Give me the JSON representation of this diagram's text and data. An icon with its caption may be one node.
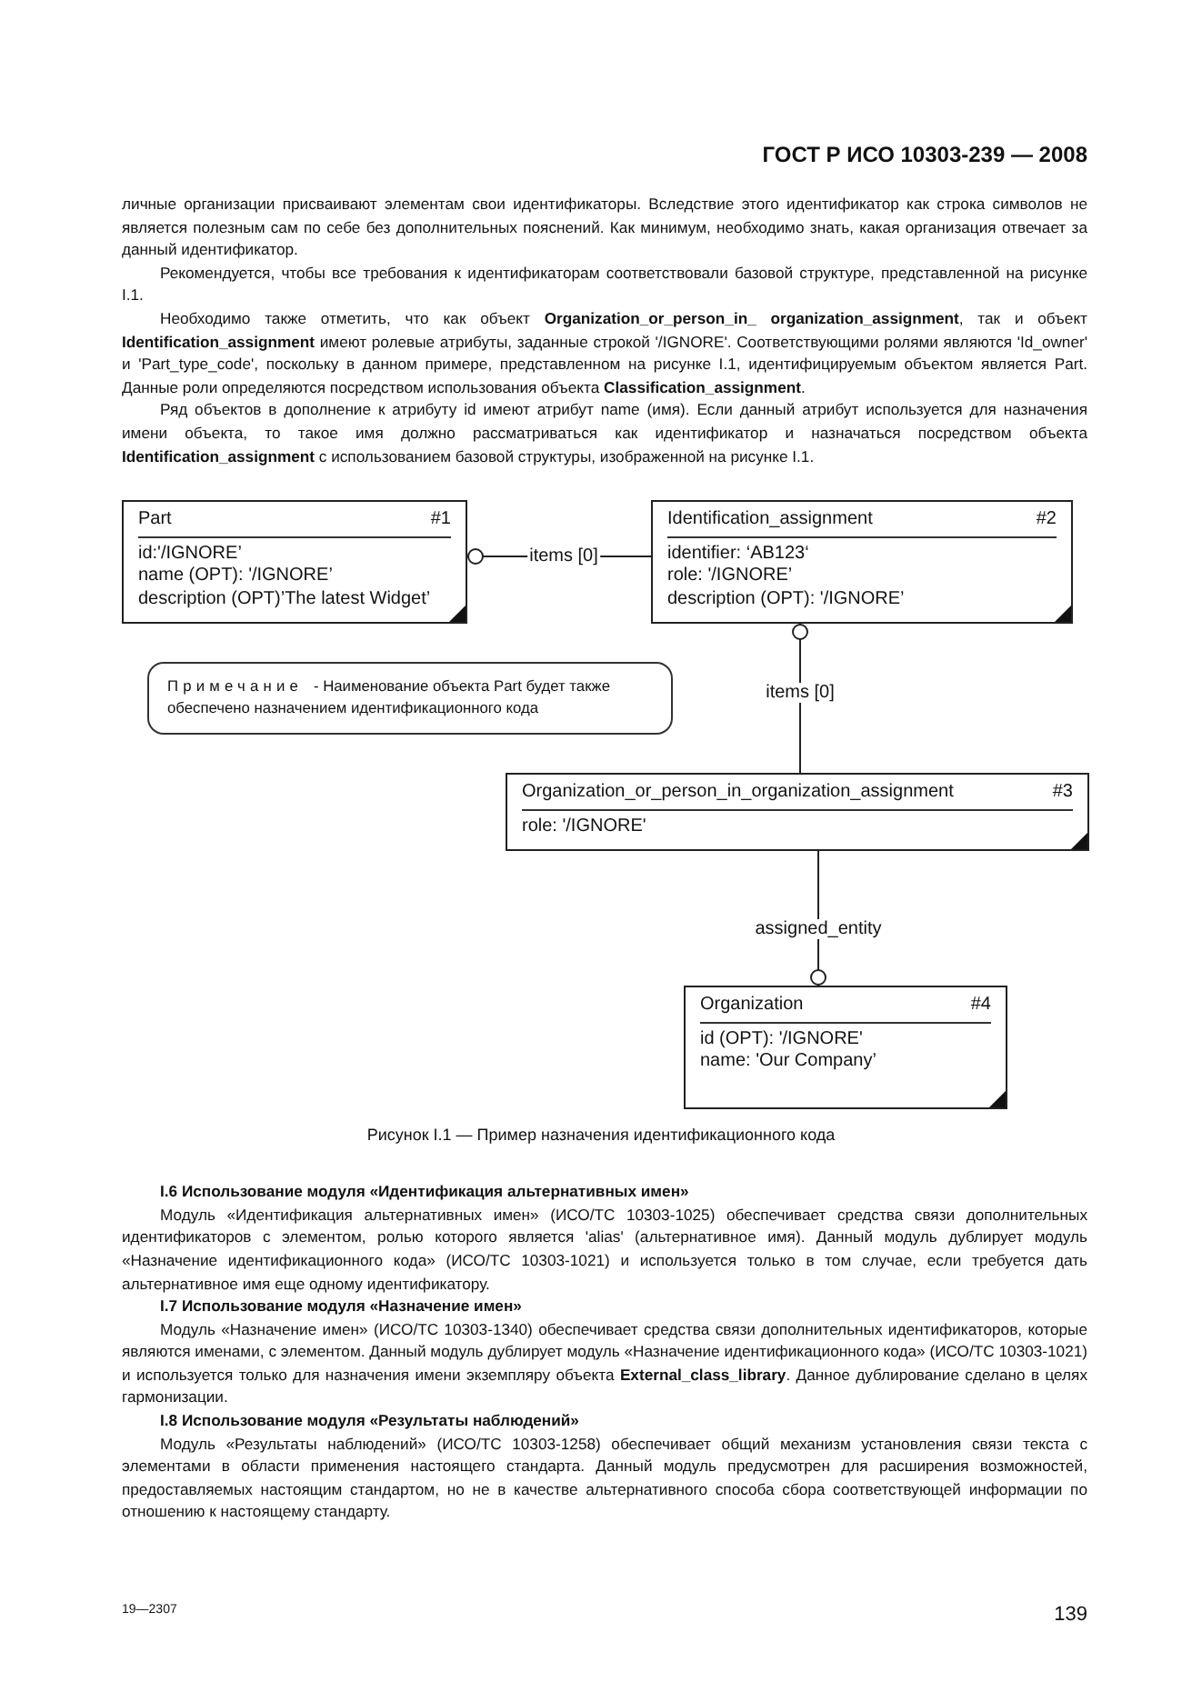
{
  "diagram": {
    "caption": "Рисунок I.1 — Пример назначения идентификационного кода",
    "nodes": [
      {
        "text": [
          "Part",
          "#1",
          "id:'/IGNORE’",
          "name (OPT): '/IGNORE’",
          "description (OPT)’The latest Widget’"
        ]
      },
      {
        "text": [
          "Identification_assignment",
          "#2",
          "identifier: ‘AB123‘",
          "role: '/IGNORE’",
          "description (OPT): '/IGNORE’"
        ]
      },
      {
        "text": [
          "Примечание",
          "- Наименование объекта Part будет также обеспечено назначением идентификационного кода"
        ]
      },
      {
        "text": [
          "Organization_or_person_in_organization_assignment",
          "#3",
          "role: '/IGNORE'"
        ]
      },
      {
        "text": [
          "Organization",
          "#4",
          "id (OPT): '/IGNORE'",
          "name: 'Our Company’"
        ]
      }
    ],
    "edges": [
      {
        "from": 1,
        "to": 0,
        "arrow": "other",
        "label": "items [0]"
      },
      {
        "from": 3,
        "to": 1,
        "arrow": "other",
        "label": "items [0]"
      },
      {
        "from": 3,
        "to": 4,
        "arrow": "other",
        "label": "assigned_entity"
      }
    ],
    "labels": [
      "ГОСТ Р ИСО 10303-239 — 2008",
      "личные организации присваивают элементам свои идентификаторы.  Вследствие этого идентификатор как строка символов не является полезным сам по себе без дополнительных пояснений. Как минимум, необходимо знать, какая организация отвечает за данный идентификатор.",
      "Рекомендуется, чтобы все требования к идентификаторам соответствовали базовой структуре, представленной на рисунке  I.1.",
      "Необходимо также отметить, что как объект **Organization_or_person_in_ organization_assignment**, так и объект **Identification_assignment** имеют ролевые атрибуты, заданные строкой '/IGNORE'. Соответствующими ролями являются 'Id_owner' и 'Part_type_code', поскольку в данном примере, представленном на рисунке I.1, идентифицируемым объектом является Part. Данные роли определяются посредством использования объекта **Classification_assignment**.",
      "Ряд объектов в дополнение к атрибуту id имеют атрибут name (имя). Если данный атрибут используется для назначения имени объекта, то такое имя должно рассматриваться как идентификатор и назначаться посредством объекта **Identification_assignment** с использованием базовой структуры, изображенной на рисунке  I.1.",
      "I.6 Использование модуля «Идентификация альтернативных имен»",
      "Модуль «Идентификация альтернативных имен» (ИСО/ТС 10303-1025) обеспечивает средства связи дополнительных идентификаторов с элементом, ролью которого является 'alias' (альтернативное имя). Данный модуль дублирует модуль «Назначение идентификационного кода» (ИСО/ТС 10303-1021) и используется только в том случае, если требуется дать альтернативное имя еще одному идентификатору.",
      "I.7 Использование модуля «Назначение имен»",
      "Модуль «Назначение имен» (ИСО/ТС 10303-1340) обеспечивает средства связи дополнительных идентификаторов, которые являются именами, с элементом. Данный модуль дублирует модуль «Назначение идентификационного кода» (ИСО/ТС 10303-1021) и используется только для назначения имени экземпляру объекта **External_class_library**. Данное дублирование сделано в целях гармонизации.",
      "I.8 Использование модуля «Результаты наблюдений»",
      "Модуль «Результаты наблюдений» (ИСО/ТС 10303-1258) обеспечивает общий механизм установления связи текста с элементами в области применения настоящего стандарта. Данный модуль предусмотрен для расширения возможностей, предоставляемых настоящим стандартом, но не в качестве альтернативного способа сбора соответствующей информации по отношению к настоящему стандарту.",
      "19—2307",
      "139"
    ]
  }
}
